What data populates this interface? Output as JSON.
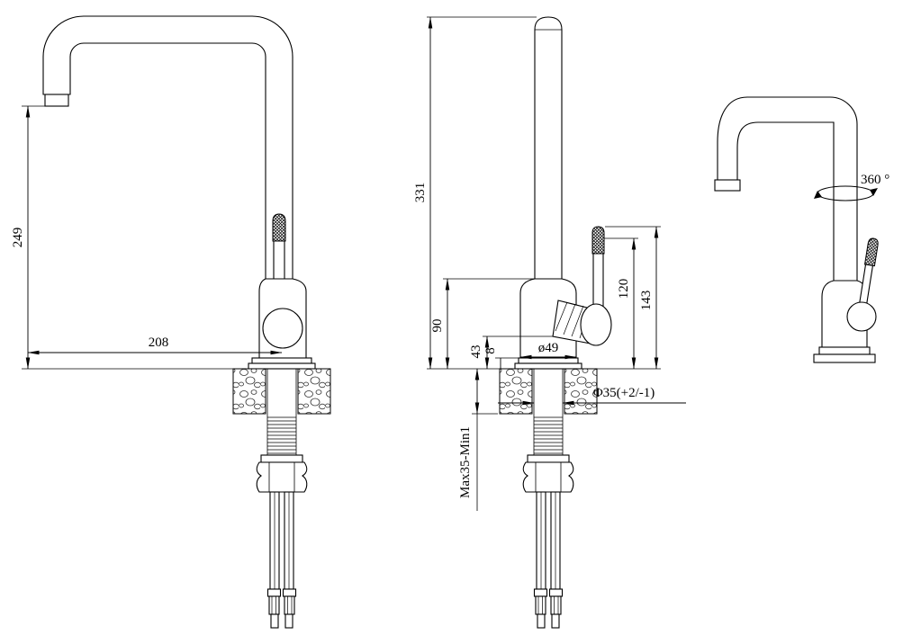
{
  "meta": {
    "background_color": "#ffffff",
    "line_color": "#000000"
  },
  "drawing": {
    "front": {
      "height": "249",
      "reach": "208"
    },
    "side": {
      "total_height": "331",
      "body_height": "90",
      "h43": "43",
      "h8": "8",
      "base_diameter": "ø49",
      "handle_height": "120",
      "handle_overall": "143",
      "hole_diameter": "Φ35(+2/-1)",
      "mounting_range": "Max35-Min1"
    },
    "perspective": {
      "swivel": "360 °"
    }
  }
}
